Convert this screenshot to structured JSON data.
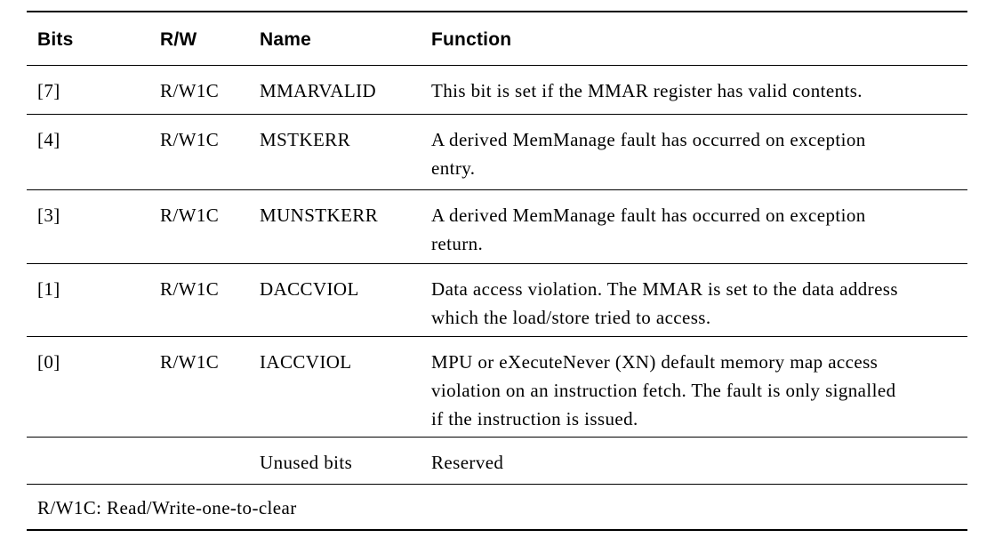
{
  "colors": {
    "text": "#000000",
    "rule": "#000000",
    "background": "#ffffff"
  },
  "table": {
    "headers": {
      "bits": "Bits",
      "rw": "R/W",
      "name": "Name",
      "function": "Function"
    },
    "rows": [
      {
        "bits": "[7]",
        "rw": "R/W1C",
        "name": "MMARVALID",
        "function": "This bit is set if the MMAR register has valid contents."
      },
      {
        "bits": "[4]",
        "rw": "R/W1C",
        "name": "MSTKERR",
        "function": "A derived MemManage fault has occurred on exception\nentry."
      },
      {
        "bits": "[3]",
        "rw": "R/W1C",
        "name": "MUNSTKERR",
        "function": "A derived MemManage fault has occurred on exception\nreturn."
      },
      {
        "bits": "[1]",
        "rw": "R/W1C",
        "name": "DACCVIOL",
        "function": "Data access violation. The MMAR is set to the data address\nwhich the load/store tried to access."
      },
      {
        "bits": "[0]",
        "rw": "R/W1C",
        "name": "IACCVIOL",
        "function": "MPU or eXecuteNever (XN) default memory map access\nviolation on an instruction fetch. The fault is only signalled\nif the instruction is issued."
      },
      {
        "bits": "",
        "rw": "",
        "name": "Unused bits",
        "function": "Reserved"
      }
    ],
    "footnote": "R/W1C: Read/Write-one-to-clear"
  }
}
